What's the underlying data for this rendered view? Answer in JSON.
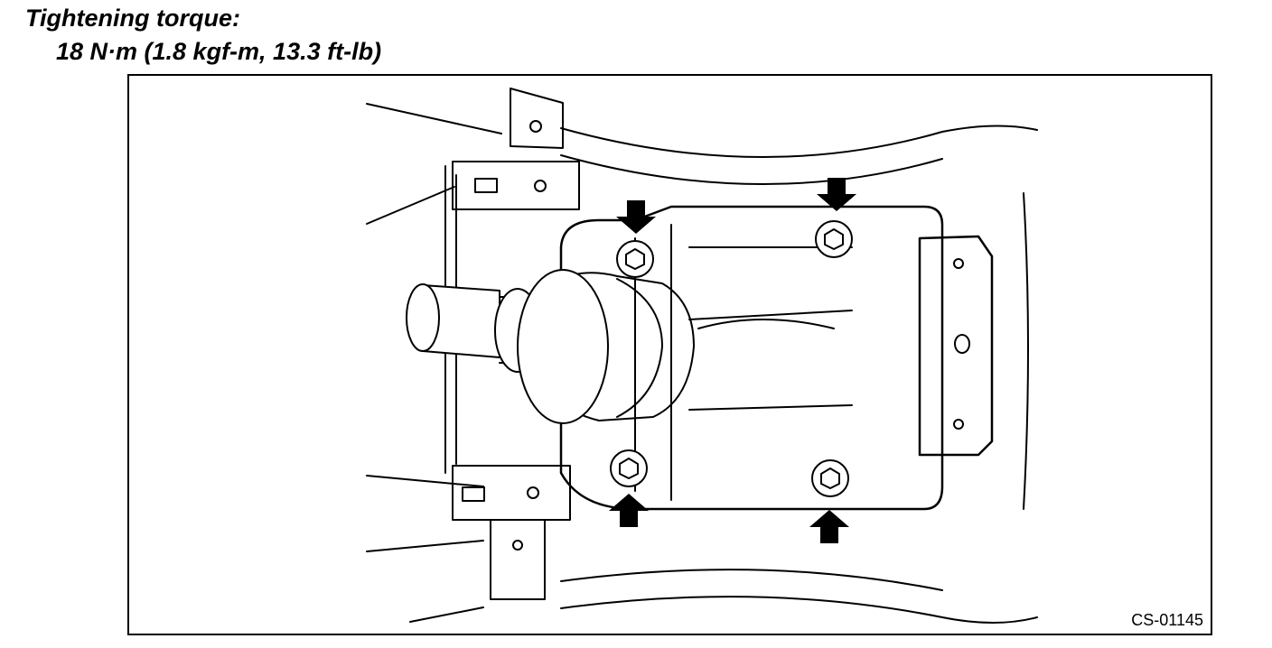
{
  "spec": {
    "title": "Tightening torque:",
    "value": "18 N·m (1.8 kgf-m, 13.3 ft-lb)"
  },
  "figure": {
    "code": "CS-01145"
  }
}
